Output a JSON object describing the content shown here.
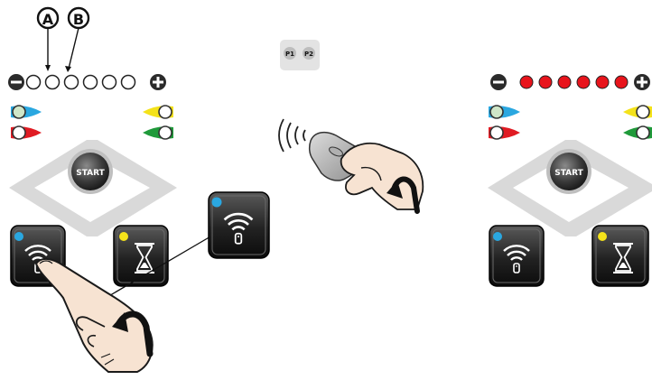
{
  "callouts": {
    "a": "A",
    "b": "B"
  },
  "remote_small": {
    "p1": "P1",
    "p2": "P2"
  },
  "panels": [
    {
      "start_label": "START",
      "leds": [
        "off",
        "off",
        "off",
        "off",
        "off",
        "off"
      ]
    },
    {
      "start_label": "START",
      "leds": [
        "on",
        "on",
        "on",
        "on",
        "on",
        "on"
      ]
    }
  ],
  "colors": {
    "led_on": "#e8141c",
    "indicator_blue": "#2aa7e0",
    "indicator_yellow": "#f4e21a",
    "indicator_red": "#e01b23",
    "indicator_green": "#1f9a3a",
    "button_dark": "#1c1c1c",
    "chevron_gray": "#d9d9d9",
    "skin": "#f7e3d2"
  }
}
